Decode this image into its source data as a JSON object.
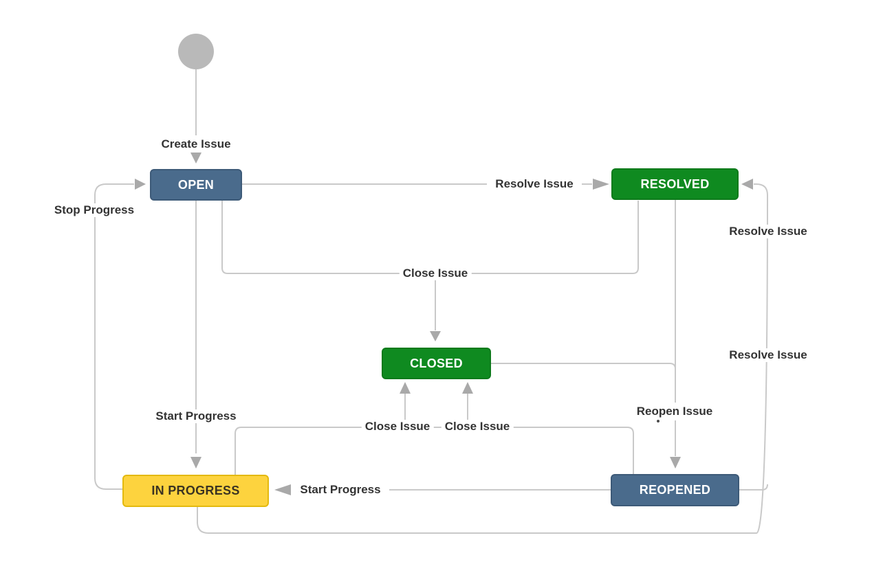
{
  "diagram": {
    "type": "workflow-state-diagram",
    "nodes": [
      {
        "id": "start",
        "label": "",
        "kind": "start-circle",
        "color": "#b9b9b9"
      },
      {
        "id": "open",
        "label": "OPEN",
        "kind": "status",
        "color": "#4a6b8c"
      },
      {
        "id": "resolved",
        "label": "RESOLVED",
        "kind": "status",
        "color": "#0f8a20"
      },
      {
        "id": "closed",
        "label": "CLOSED",
        "kind": "status",
        "color": "#0f8a20"
      },
      {
        "id": "in_progress",
        "label": "IN PROGRESS",
        "kind": "status",
        "color": "#fdd33e"
      },
      {
        "id": "reopened",
        "label": "REOPENED",
        "kind": "status",
        "color": "#4a6b8c"
      }
    ],
    "edges": [
      {
        "label": "Create Issue",
        "from": "start",
        "to": "open"
      },
      {
        "label": "Resolve Issue",
        "from": "open",
        "to": "resolved"
      },
      {
        "label": "Stop Progress",
        "from": "in_progress",
        "to": "open"
      },
      {
        "label": "Close Issue",
        "from": "open, resolved",
        "to": "closed"
      },
      {
        "label": "Start Progress",
        "from": "open",
        "to": "in_progress"
      },
      {
        "label": "Close Issue",
        "from": "in_progress",
        "to": "closed"
      },
      {
        "label": "Close Issue",
        "from": "reopened",
        "to": "closed"
      },
      {
        "label": "Reopen Issue",
        "from": "resolved, closed",
        "to": "reopened"
      },
      {
        "label": "Start Progress",
        "from": "reopened",
        "to": "in_progress"
      },
      {
        "label": "Resolve Issue",
        "from": "reopened",
        "to": "resolved"
      },
      {
        "label": "Resolve Issue",
        "from": "in_progress",
        "to": "resolved"
      }
    ],
    "colors": {
      "line": "#c9c9c9",
      "arrowhead": "#a9a9a9",
      "start_circle": "#b9b9b9",
      "status_blue": "#4a6b8c",
      "status_green": "#0f8a20",
      "status_yellow": "#fdd33e",
      "label_text": "#333333",
      "background": "#ffffff"
    }
  }
}
